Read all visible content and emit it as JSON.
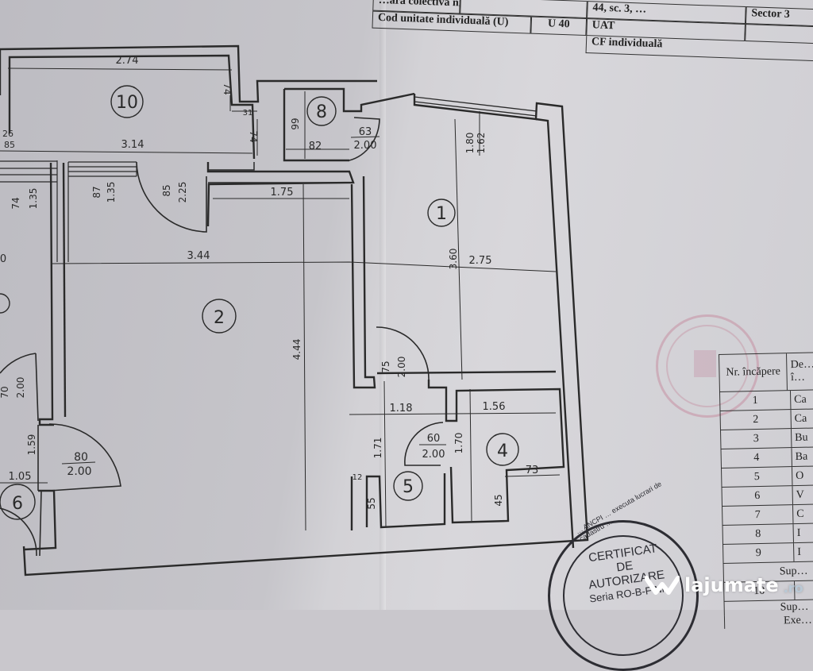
{
  "header_table": {
    "row0": {
      "label": "…ăra colectivă nr.",
      "value": "",
      "field": "44, sc. 3, …",
      "extra": "Sector 3"
    },
    "row1": {
      "label": "Cod unitate individuală (U)",
      "value": "U 40",
      "field": "UAT",
      "extra": ""
    },
    "row2": {
      "field": "CF individuală"
    }
  },
  "floor_plan": {
    "rooms": [
      {
        "id": "1",
        "label": "1"
      },
      {
        "id": "2",
        "label": "2"
      },
      {
        "id": "4",
        "label": "4"
      },
      {
        "id": "5",
        "label": "5"
      },
      {
        "id": "6",
        "label": "6"
      },
      {
        "id": "8",
        "label": "8"
      },
      {
        "id": "10",
        "label": "10"
      }
    ],
    "dimensions": {
      "d_2_74": "2.74",
      "d_3_14": "3.14",
      "d_74a": "74",
      "d_74b": "74",
      "d_31": "31",
      "d_26": "26",
      "d_85_small": "85",
      "d_99": "99",
      "d_82": "82",
      "door_8_w": "63",
      "door_8_h": "2.00",
      "d_1_80": "1.80",
      "d_1_62": "1.62",
      "d_74_left": "74",
      "d_1_35_left": "1.35",
      "d_87": "87",
      "d_1_35": "1.35",
      "door_2_w": "85",
      "door_2_h": "2.25",
      "d_1_75": "1.75",
      "d_3_44": "3.44",
      "d_0": "0",
      "d_3_60": "3.60",
      "d_2_75": "2.75",
      "d_4_44": "4.44",
      "door_1_w": "75",
      "door_1_h": "2.00",
      "d_1_18": "1.18",
      "d_1_56": "1.56",
      "door_5_w": "60",
      "door_5_h": "2.00",
      "d_1_71": "1.71",
      "d_1_70": "1.70",
      "d_73": "73",
      "d_45": "45",
      "d_12": "12",
      "d_55": "55",
      "door_6a_w": "70",
      "door_6a_h": "2.00",
      "d_1_59": "1.59",
      "door_entry_w": "80",
      "door_entry_h": "2.00",
      "d_1_05": "1.05"
    }
  },
  "rooms_table": {
    "header": {
      "nr": "Nr. încăpere",
      "den": "De… î…"
    },
    "rows": [
      {
        "nr": "1",
        "den": "Ca"
      },
      {
        "nr": "2",
        "den": "Ca"
      },
      {
        "nr": "3",
        "den": "Bu"
      },
      {
        "nr": "4",
        "den": "Ba"
      },
      {
        "nr": "5",
        "den": "O"
      },
      {
        "nr": "6",
        "den": "V"
      },
      {
        "nr": "7",
        "den": "C"
      },
      {
        "nr": "8",
        "den": "I"
      },
      {
        "nr": "9",
        "den": "I"
      }
    ],
    "sup1": "Sup…",
    "row10": {
      "nr": "10",
      "den": ""
    },
    "sup2": "Sup…",
    "exe": "Exe…"
  },
  "stamp": {
    "line1": "CERTIFICAT",
    "line2": "DE",
    "line3": "AUTORIZARE",
    "line4": "Seria RO-B-F Nr.",
    "arc": "… ANCPI … executa lucrari de cadastru …"
  },
  "watermark": {
    "brand": "lajumate",
    "tld": ".ro"
  },
  "colors": {
    "ink": "#2a2a2a",
    "paper": "#d3d2d6",
    "stamp_red": "#c48096",
    "watermark": "#ffffff"
  }
}
